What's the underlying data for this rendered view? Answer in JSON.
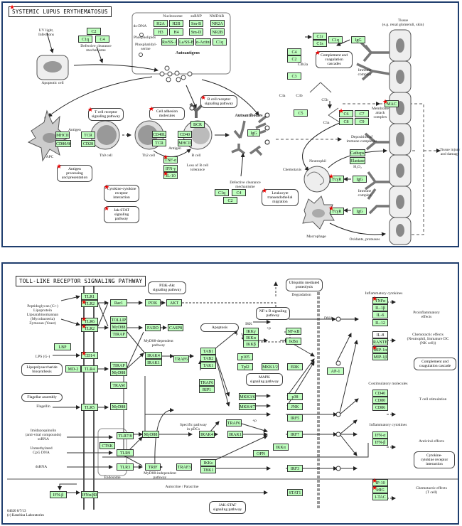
{
  "panel1": {
    "title": "SYSTEMIC LUPUS ERYTHEMATOSUS",
    "labels": {
      "uv": "UV light,\nInfections",
      "apoptotic_cell": "Apoptotic cell",
      "defective1": "Defective clearance\nmechanisme",
      "nucleosome": "Nucleosome",
      "snrnp": "snRNP",
      "nmdar": "NMDAR",
      "dsdna": "ds-DNA",
      "phospholipids": "Phospholipids",
      "phosphatidyl": "Phosphatidyl-\nserine",
      "autoantigens": "Autoantigens",
      "tissue": "Tissue\n(e.g. renal glomeruli, skin)",
      "c4b2a": "C4b2a",
      "c3a": "C3a",
      "c3b": "C3b",
      "c5a": "C5a",
      "c5b": "C5b",
      "immune_complex1": "Immune\ncomplex",
      "mac_label": "Membrane\nattack\ncomplex",
      "deposition": "Deposition of\nimmune complexes",
      "tissue_injury": "Tissue injury\nand damage",
      "chemotaxis": "Chemotaxis",
      "neutrophil": "Neutrophil",
      "h2o2": "H₂O₂",
      "immune_complex2": "Immune\ncomplex",
      "macrophage": "Macrophage",
      "oxidants": "Oxidants, proteases",
      "autoantibodies": "Autoantibodies",
      "antigen1": "Antigen",
      "apc": "APC",
      "th0": "Th0 cell",
      "th2": "Th2 cell",
      "antigen2": "Antigen",
      "bcell": "B cell",
      "loss_b": "Loss of B cell\ntolerance",
      "defective2": "Defective clearance\nmechanisme"
    },
    "pathways": {
      "tcr": "T cell receptor\nsignaling pathway",
      "cam": "Cell adhesion\nmolecules",
      "bcr": "B cell receptor\nsignaling pathway",
      "complement": "Complement and\ncoagulation cascades",
      "antigen_proc": "Antigen processing\nand presentation",
      "cytokine": "Cytokine-cytokine\nreceptor interaction",
      "jakstat": "Jak-STAT signaling\npathway",
      "leukocyte": "Leukocyte\ntransendothelial\nmigration"
    },
    "genes": {
      "c2a": "C2",
      "c1qa": "C1q",
      "c4a": "C4",
      "h2a": "H2A",
      "h2b": "H2B",
      "h3": "H3",
      "h4": "H4",
      "smb": "Sm-B",
      "smd": "Sm-D",
      "nr2a": "NR2A",
      "nr2b": "NR2B",
      "ro": "Ro/SS-A",
      "la": "La/SS-B",
      "actinin": "α-Actinin",
      "c1q_auto": "C1q",
      "c1r": "C1r",
      "c1s": "C1s",
      "c1q2": "C1q",
      "igg1": "IgG",
      "c4b": "C4",
      "c2b": "C2",
      "c3": "C3",
      "c5": "C5",
      "mac": "MAC",
      "c6": "C6",
      "c7": "C7",
      "c8": "C8",
      "c9": "C9",
      "mhcii1": "MHCII",
      "cd80_86": "CD80/86",
      "tcr1": "TCR",
      "cd28": "CD28",
      "cd40l": "CD40L",
      "cd40": "CD40",
      "tcr2": "TCR",
      "mhcii2": "MHCII",
      "bcr": "BCR",
      "tnfa": "TNF-α",
      "ifng": "IFN-γ",
      "il10": "IL-10",
      "igg2": "IgG",
      "c1q3": "C1q",
      "c4c": "C4",
      "c2c": "C2",
      "cathepsin": "Cathepsin",
      "elastase": "Elastase",
      "fcr1": "FcγR",
      "igg3": "IgG",
      "fcr2": "FcγR",
      "igg4": "IgG"
    }
  },
  "panel2": {
    "title": "TOLL-LIKE RECEPTOR SIGNALING PATHWAY",
    "copyright": "04620 6/7/13\n(c) Kanehisa Laboratories",
    "labels": {
      "ligand1": "Peptidoglycan (G+)\nLipoprotein\nLipoarabinomannan\n(Mycobacteria)\nZymosan (Yeast)",
      "lps": "LPS (G-)",
      "flagellin": "Flagellin",
      "imidazo": "Imidazoquinolin\n(anti-viral compounds)\nssRNA",
      "cpg": "Unmethylated\nCpG DNA",
      "dsrna": "dsRNA",
      "endosome": "Endosome",
      "myd88_dep": "MyD88-dependent\npathway",
      "myd88_indep": "MyD88-independent\npathway",
      "specific": "Specific pathway\nin pDCs",
      "autocrine": "Autocrine / Paracrine",
      "ikk": "IKK",
      "degradation": "Degradation",
      "dna": "DNA",
      "infl1": "Inflammatory cytokines",
      "proinfl": "Proinflammatory\neffects",
      "chemotactic1": "Chemotactic effects\n(Neutrophil, Immature DC\n(NK cell))",
      "costim": "Costimulatory molecules",
      "tcell_stim": "T cell stimulation",
      "infl2": "Inflammatory cytokines",
      "antiviral": "Antiviral effects",
      "chemotactic2": "Chemotactic effects\n(T cell)",
      "p": "+p"
    },
    "pathways": {
      "pi3k": "PI3K-Akt\nsignaling pathway",
      "ubiq": "Ubiquitin mediated\nproteolysis",
      "nfkb": "NF-κ B signaling\npathway",
      "apoptosis": "Apoptosis",
      "mapk": "MAPK\nsignaling pathway",
      "lps_bio": "Lipopolysaccharide\nbiosynthesis",
      "flagellar": "Flagellar assembly",
      "complement": "Complement and\ncoagulation cascade",
      "cytokine": "Cytokine-\ncytokine receptor\ninteraction",
      "jakstat": "JAK-STAT\nsignaling pathway"
    },
    "genes": {
      "tlr1": "TLR1",
      "tlr2a": "TLR2",
      "tlr6": "TLR6",
      "tlr2b": "TLR2",
      "lbp": "LBP",
      "cd14": "CD14",
      "md2": "MD-2",
      "tlr4": "TLR4",
      "tlr5": "TLR5",
      "tlr7_8": "TLR7/8",
      "ctsk": "CTSK",
      "tlr9": "TLR9",
      "tlr3": "TLR3",
      "ifnb1": "IFN-β",
      "ifnar": "IFNα/βR",
      "rac1": "Rac1",
      "pi3k": "PI3K",
      "akt": "AKT",
      "tollip": "TOLLIP",
      "myd88a": "MyD88",
      "tirap1": "TIRAP",
      "fadd": "FADD",
      "casp8": "CASP8",
      "tirap2": "TIRAP",
      "myd88b": "MyD88",
      "tram": "TRAM",
      "irak4a": "IRAK4",
      "irak1a": "IRAK1",
      "traf6a": "TRAF6",
      "tab1": "TAB1",
      "tab2": "TAB2",
      "tak1": "TAK1",
      "ikkg": "IKKγ",
      "ikka": "IKKα",
      "ikkb": "IKKβ",
      "nfkb": "NF-κB",
      "ikba": "IκBα",
      "p105": "p105",
      "tpl2": "Tpl2",
      "mkk12": "MKK1/2",
      "erk": "ERK",
      "traf6b": "TRAF6",
      "rip1": "RIP1",
      "mkk36": "MKK3/6",
      "p38": "p38",
      "mkk47": "MKK4/7",
      "jnk": "JNK",
      "ap1": "AP-1",
      "irf5": "IRF5",
      "myd88c": "MyD88",
      "myd88d": "MyD88",
      "irak4b": "IRAK4",
      "traf6c": "TRAF6",
      "irak1b": "IRAK1",
      "irf7": "IRF7",
      "ikka2": "IKKα",
      "opn": "OPN",
      "trif": "TRIF",
      "traf3": "TRAF3",
      "ikke": "IKKε",
      "tbk1": "TBK1",
      "irf3": "IRF3",
      "stat1": "STAT1",
      "tnfa": "TNFα",
      "il1b": "IL-1β",
      "il6": "IL-6",
      "il12": "IL-12",
      "il8": "IL-8",
      "rantes": "RANTES",
      "mip1a": "MIP-1α",
      "mip1b": "MIP-1β",
      "cd40": "CD40",
      "cd80": "CD80",
      "cd86": "CD86",
      "ifna": "IFN-α",
      "ifnb2": "IFN-β",
      "ip10": "IP-10",
      "mig": "MIG",
      "itac": "I-TAC"
    }
  },
  "colors": {
    "gene_fill": "#bfffbf",
    "frame": "#1f3e6e",
    "star": "#e00000"
  }
}
